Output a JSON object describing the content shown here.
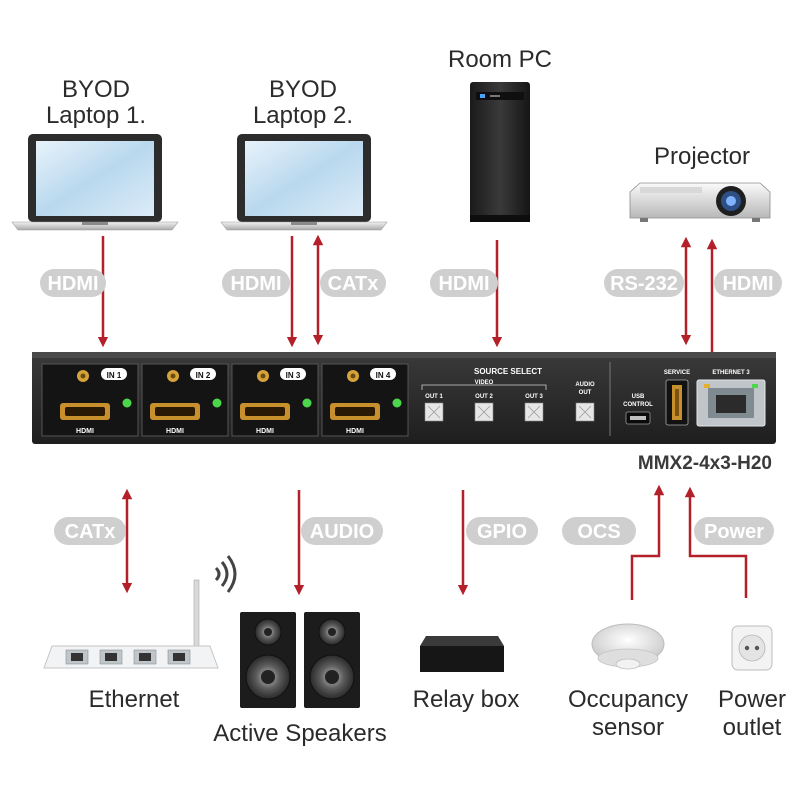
{
  "devices_top": {
    "laptop1": [
      "BYOD",
      "Laptop 1."
    ],
    "laptop2": [
      "BYOD",
      "Laptop 2."
    ],
    "room_pc": "Room PC",
    "projector": "Projector"
  },
  "devices_bottom": {
    "ethernet": "Ethernet",
    "speakers": "Active Speakers",
    "relay": "Relay box",
    "occupancy": [
      "Occupancy",
      "sensor"
    ],
    "power": [
      "Power",
      "outlet"
    ]
  },
  "connections_top": {
    "hdmi_1": "HDMI",
    "hdmi_2": "HDMI",
    "catx_top": "CATx",
    "hdmi_3": "HDMI",
    "rs232": "RS-232",
    "hdmi_out": "HDMI"
  },
  "connections_bottom": {
    "catx": "CATx",
    "audio": "AUDIO",
    "gpio": "GPIO",
    "ocs": "OCS",
    "power": "Power"
  },
  "unit": {
    "model": "MMX2-4x3-H20",
    "inputs": [
      {
        "tag": "IN 1",
        "port": "HDMI"
      },
      {
        "tag": "IN 2",
        "port": "HDMI"
      },
      {
        "tag": "IN 3",
        "port": "HDMI"
      },
      {
        "tag": "IN 4",
        "port": "HDMI"
      }
    ],
    "source_select": "SOURCE SELECT",
    "video": "VIDEO",
    "outs": [
      "OUT 1",
      "OUT 2",
      "OUT 3"
    ],
    "audio_out": [
      "AUDIO",
      "OUT"
    ],
    "usb": [
      "USB",
      "CONTROL"
    ],
    "service": "SERVICE",
    "ethernet3": "ETHERNET 3"
  },
  "colors": {
    "arrow": "#b3202a",
    "pill": "#cfcfcf",
    "chassis": "#2a2a2a",
    "text": "#2b2b2b"
  }
}
